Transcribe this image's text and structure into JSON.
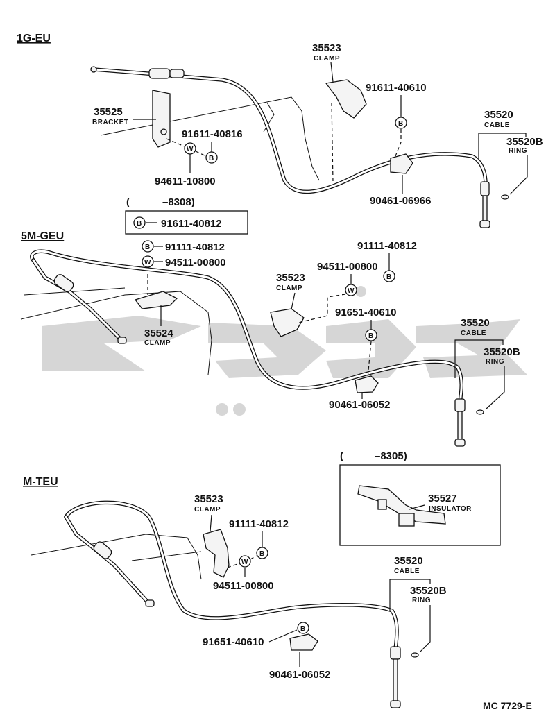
{
  "sections": [
    {
      "id": "1g",
      "label": "1G-EU"
    },
    {
      "id": "5m",
      "label": "5M-GEU"
    },
    {
      "id": "mt",
      "label": "M-TEU"
    }
  ],
  "parts_1g": {
    "clamp_no": "35523",
    "clamp_name": "CLAMP",
    "bolt_clamp": "91611-40610",
    "bracket_no": "35525",
    "bracket_name": "BRACKET",
    "bolt_bracket": "91611-40816",
    "washer_bracket": "94611-10800",
    "cable_no": "35520",
    "cable_name": "CABLE",
    "ring_no": "35520B",
    "ring_name": "RING",
    "clip": "90461-06966"
  },
  "box_8308": {
    "header_open": "(",
    "header_code": "–8308)",
    "bolt": "91611-40812"
  },
  "parts_5m": {
    "bolt_a": "91111-40812",
    "washer_a": "94511-00800",
    "clamp24_no": "35524",
    "clamp24_name": "CLAMP",
    "clamp23_no": "35523",
    "clamp23_name": "CLAMP",
    "bolt_b": "91111-40812",
    "washer_b": "94511-00800",
    "bolt_c": "91651-40610",
    "cable_no": "35520",
    "cable_name": "CABLE",
    "ring_no": "35520B",
    "ring_name": "RING",
    "clip": "90461-06052"
  },
  "box_8305": {
    "header_open": "(",
    "header_code": "–8305)",
    "insulator_no": "35527",
    "insulator_name": "INSULATOR"
  },
  "parts_mt": {
    "clamp_no": "35523",
    "clamp_name": "CLAMP",
    "bolt": "91111-40812",
    "washer": "94511-00800",
    "bolt_b": "91651-40610",
    "clip": "90461-06052",
    "cable_no": "35520",
    "cable_name": "CABLE",
    "ring_no": "35520B",
    "ring_name": "RING"
  },
  "markers": {
    "bolt": "B",
    "washer": "W"
  },
  "ref_code": "MC 7729-E",
  "colors": {
    "ink": "#111111",
    "watermark": "#cfcfcf",
    "paper": "#ffffff"
  }
}
